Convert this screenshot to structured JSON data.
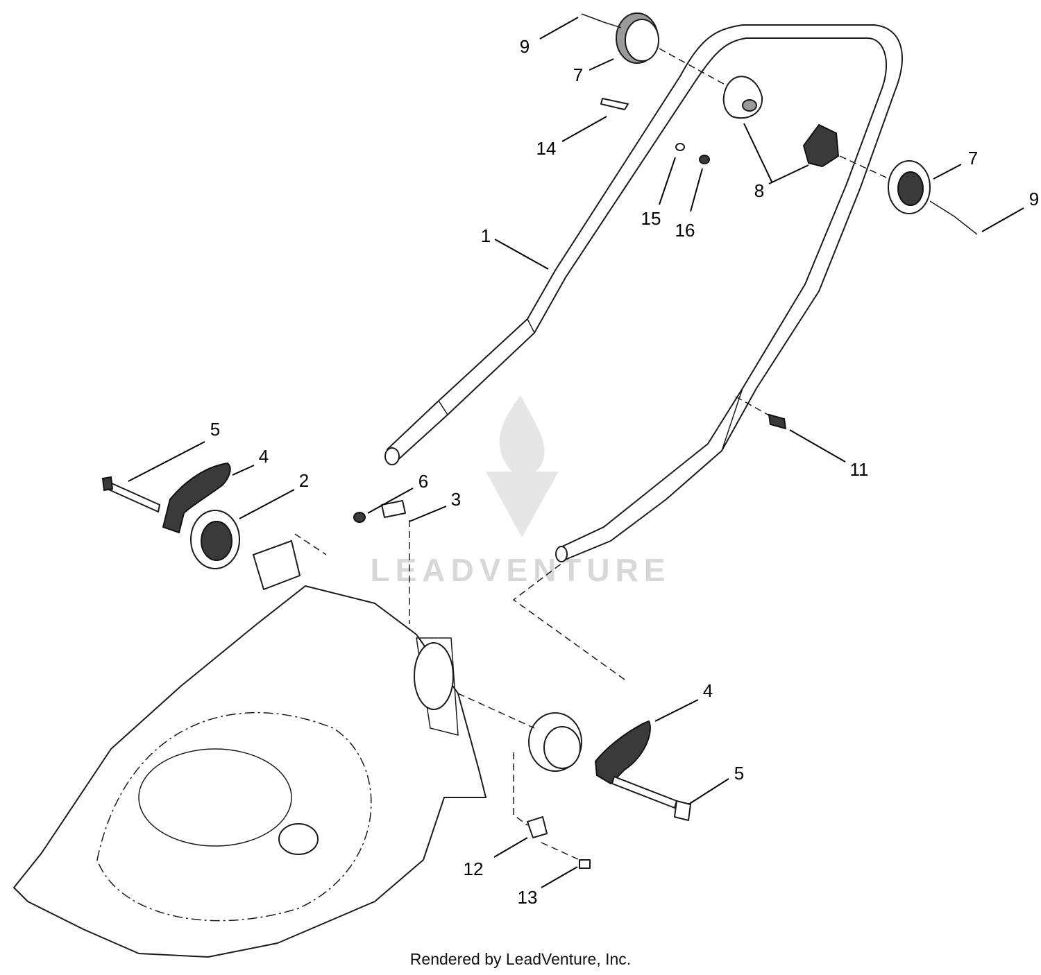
{
  "watermark": {
    "text": "LEADVENTURE"
  },
  "footer": {
    "credit": "Rendered by LeadVenture, Inc."
  },
  "callouts": [
    {
      "id": "c9a",
      "label": "9"
    },
    {
      "id": "c7a",
      "label": "7"
    },
    {
      "id": "c14",
      "label": "14"
    },
    {
      "id": "c8",
      "label": "8"
    },
    {
      "id": "c7b",
      "label": "7"
    },
    {
      "id": "c9b",
      "label": "9"
    },
    {
      "id": "c15",
      "label": "15"
    },
    {
      "id": "c16",
      "label": "16"
    },
    {
      "id": "c1",
      "label": "1"
    },
    {
      "id": "c5a",
      "label": "5"
    },
    {
      "id": "c4a",
      "label": "4"
    },
    {
      "id": "c2",
      "label": "2"
    },
    {
      "id": "c6",
      "label": "6"
    },
    {
      "id": "c3",
      "label": "3"
    },
    {
      "id": "c11",
      "label": "11"
    },
    {
      "id": "c4b",
      "label": "4"
    },
    {
      "id": "c5b",
      "label": "5"
    },
    {
      "id": "c12",
      "label": "12"
    },
    {
      "id": "c13",
      "label": "13"
    }
  ]
}
